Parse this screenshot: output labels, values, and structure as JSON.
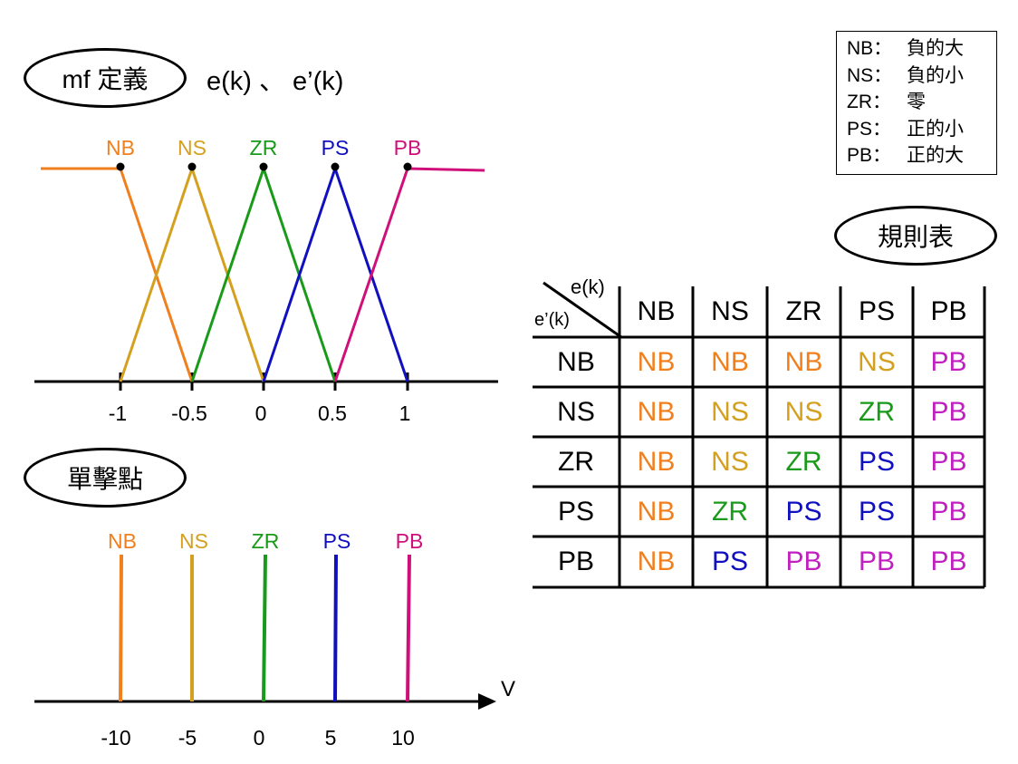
{
  "colors": {
    "NB": "#f07f1e",
    "NS": "#d4a020",
    "ZR": "#1a9a1a",
    "PS": "#1010c0",
    "PB": "#d0107a",
    "PBtable": "#c020c0"
  },
  "mf_section": {
    "title": "mf 定義",
    "subtitle": "e(k) 、  e’(k)"
  },
  "mf_labels": [
    "NB",
    "NS",
    "ZR",
    "PS",
    "PB"
  ],
  "mf_ticks": [
    "-1",
    "-0.5",
    "0",
    "0.5",
    "1"
  ],
  "singleton_section": {
    "title": "單擊點"
  },
  "singleton_labels": [
    "NB",
    "NS",
    "ZR",
    "PS",
    "PB"
  ],
  "singleton_ticks": [
    "-10",
    "-5",
    "0",
    "5",
    "10"
  ],
  "singleton_axis_label": "V",
  "legend": [
    {
      "abbr": "NB：",
      "meaning": "負的大"
    },
    {
      "abbr": "NS：",
      "meaning": "負的小"
    },
    {
      "abbr": "ZR：",
      "meaning": "零"
    },
    {
      "abbr": "PS：",
      "meaning": "正的小"
    },
    {
      "abbr": "PB：",
      "meaning": "正的大"
    }
  ],
  "rule_table": {
    "title": "規則表",
    "corner_top": "e(k)",
    "corner_bottom": "e’(k)",
    "columns": [
      "NB",
      "NS",
      "ZR",
      "PS",
      "PB"
    ],
    "rows": [
      {
        "label": "NB",
        "cells": [
          "NB",
          "NB",
          "NB",
          "NS",
          "PB"
        ]
      },
      {
        "label": "NS",
        "cells": [
          "NB",
          "NS",
          "NS",
          "ZR",
          "PB"
        ]
      },
      {
        "label": "ZR",
        "cells": [
          "NB",
          "NS",
          "ZR",
          "PS",
          "PB"
        ]
      },
      {
        "label": "PS",
        "cells": [
          "NB",
          "ZR",
          "PS",
          "PS",
          "PB"
        ]
      },
      {
        "label": "PB",
        "cells": [
          "NB",
          "PS",
          "PB",
          "PB",
          "PB"
        ]
      }
    ]
  }
}
